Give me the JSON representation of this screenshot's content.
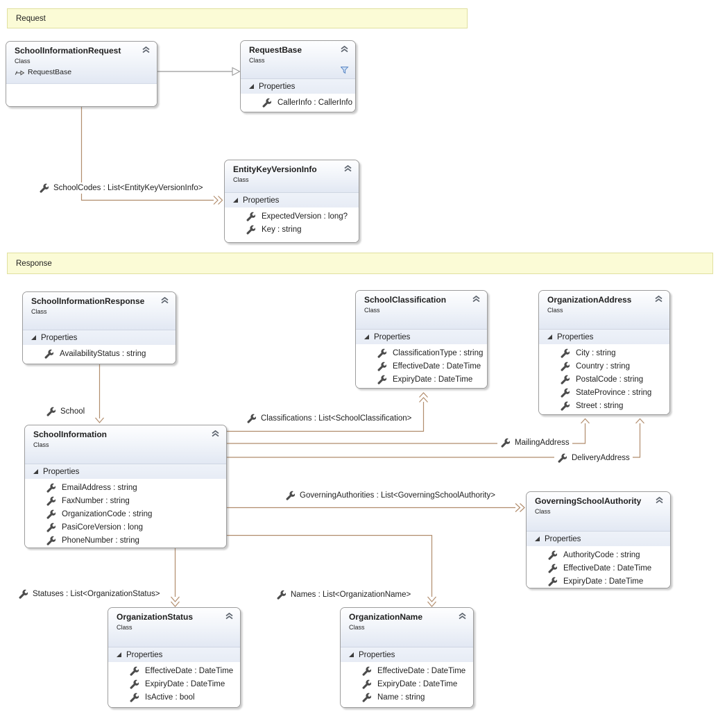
{
  "banners": {
    "request": "Request",
    "response": "Response"
  },
  "colors": {
    "connector": "#B18C6C",
    "inheritance_connector": "#999999",
    "banner_background": "#FBFBD6",
    "banner_border": "#E0E09F",
    "header_accent": "#E2E8F3",
    "filter_icon_blue": "#5B87C5"
  },
  "icons": {
    "collapse": "chevrons-up",
    "expander": "black-lower-right-triangle",
    "property": "wrench",
    "filter": "funnel",
    "inherits": "arrow-hollow-head"
  },
  "classes": [
    {
      "title": "SchoolInformationRequest",
      "kind": "Class",
      "inherits": "RequestBase",
      "properties": []
    },
    {
      "title": "RequestBase",
      "kind": "Class",
      "section_label": "Properties",
      "properties": [
        "CallerInfo : CallerInfo"
      ]
    },
    {
      "title": "EntityKeyVersionInfo",
      "kind": "Class",
      "section_label": "Properties",
      "properties": [
        "ExpectedVersion : long?",
        "Key : string"
      ]
    },
    {
      "title": "SchoolInformationResponse",
      "kind": "Class",
      "section_label": "Properties",
      "properties": [
        "AvailabilityStatus : string"
      ]
    },
    {
      "title": "SchoolClassification",
      "kind": "Class",
      "section_label": "Properties",
      "properties": [
        "ClassificationType : string",
        "EffectiveDate : DateTime",
        "ExpiryDate : DateTime"
      ]
    },
    {
      "title": "OrganizationAddress",
      "kind": "Class",
      "section_label": "Properties",
      "properties": [
        "City : string",
        "Country : string",
        "PostalCode : string",
        "StateProvince : string",
        "Street : string"
      ]
    },
    {
      "title": "SchoolInformation",
      "kind": "Class",
      "section_label": "Properties",
      "properties": [
        "EmailAddress : string",
        "FaxNumber : string",
        "OrganizationCode : string",
        "PasiCoreVersion : long",
        "PhoneNumber : string"
      ]
    },
    {
      "title": "GoverningSchoolAuthority",
      "kind": "Class",
      "section_label": "Properties",
      "properties": [
        "AuthorityCode : string",
        "EffectiveDate : DateTime",
        "ExpiryDate : DateTime"
      ]
    },
    {
      "title": "OrganizationStatus",
      "kind": "Class",
      "section_label": "Properties",
      "properties": [
        "EffectiveDate : DateTime",
        "ExpiryDate : DateTime",
        "IsActive : bool"
      ]
    },
    {
      "title": "OrganizationName",
      "kind": "Class",
      "section_label": "Properties",
      "properties": [
        "EffectiveDate : DateTime",
        "ExpiryDate : DateTime",
        "Name : string"
      ]
    }
  ],
  "connectors": [
    {
      "id": "schoolcodes",
      "label": "SchoolCodes : List<EntityKeyVersionInfo>"
    },
    {
      "id": "school",
      "label": "School"
    },
    {
      "id": "classifications",
      "label": "Classifications : List<SchoolClassification>"
    },
    {
      "id": "mailing",
      "label": "MailingAddress"
    },
    {
      "id": "delivery",
      "label": "DeliveryAddress"
    },
    {
      "id": "governing",
      "label": "GoverningAuthorities : List<GoverningSchoolAuthority>"
    },
    {
      "id": "statuses",
      "label": "Statuses : List<OrganizationStatus>"
    },
    {
      "id": "names",
      "label": "Names : List<OrganizationName>"
    }
  ]
}
